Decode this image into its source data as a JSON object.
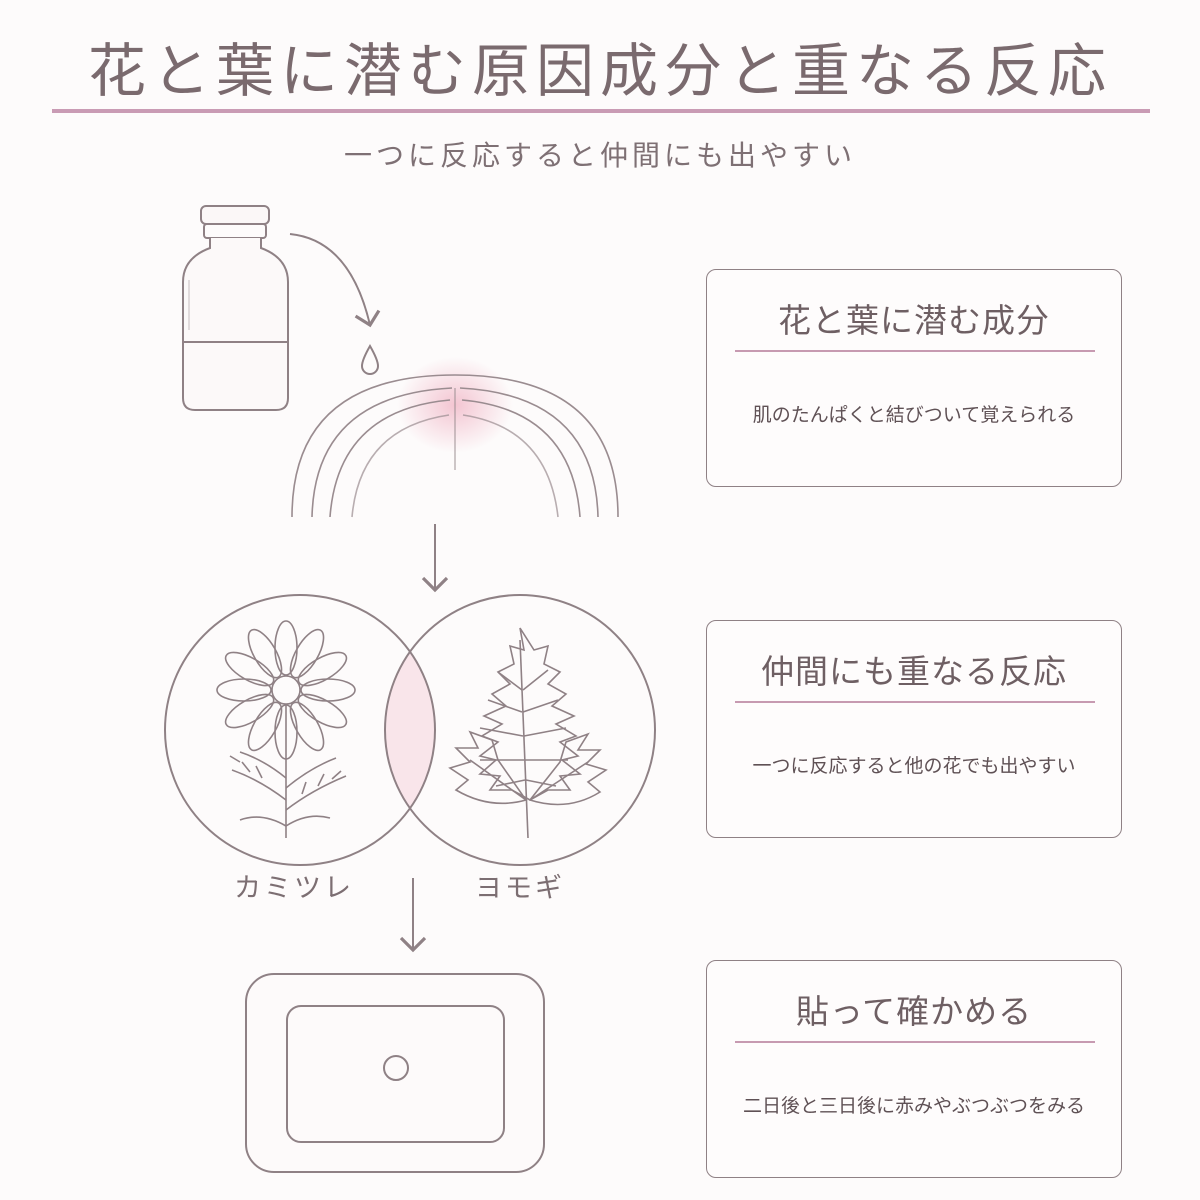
{
  "header": {
    "title": "花と葉に潜む原因成分と重なる反応",
    "subtitle": "一つに反応すると仲間にも出やすい"
  },
  "plants": [
    {
      "label": "カミツレ",
      "icon": "chamomile-flower-icon"
    },
    {
      "label": "ヨモギ",
      "icon": "mugwort-leaf-icon"
    }
  ],
  "cards": [
    {
      "title": "花と葉に潜む成分",
      "text": "肌のたんぱくと結びついて覚えられる"
    },
    {
      "title": "仲間にも重なる反応",
      "text": "一つに反応すると他の花でも出やすい"
    },
    {
      "title": "貼って確かめる",
      "text": "二日後と三日後に赤みやぶつぶつをみる"
    }
  ],
  "colors": {
    "line": "#8f8185",
    "accent": "#c99bb4",
    "blush": "#f4c9d4"
  }
}
